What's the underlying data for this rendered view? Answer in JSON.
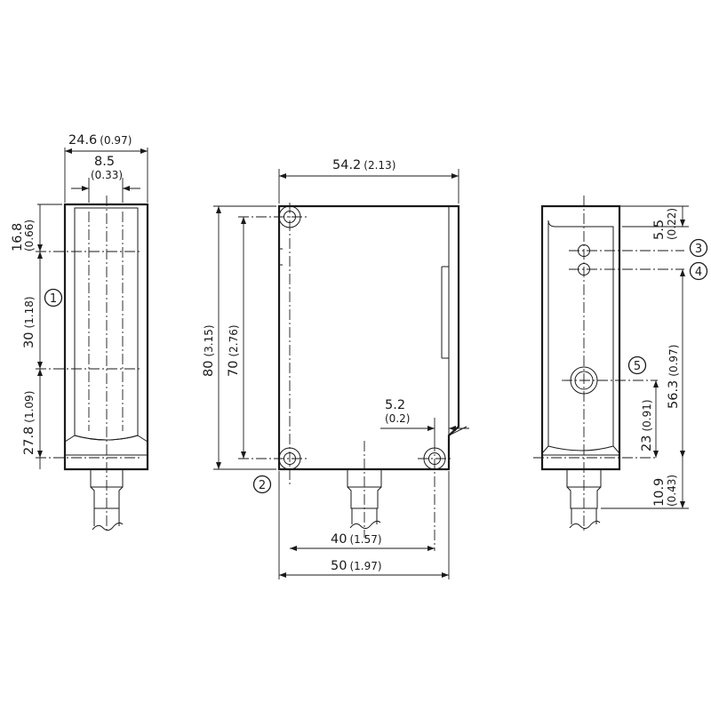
{
  "left_view": {
    "width_overall": {
      "value": "24.6",
      "inch": "(0.97)"
    },
    "width_inner": {
      "value": "8.5",
      "inch": "(0.33)"
    },
    "height_top": {
      "value": "16.8",
      "inch": "(0.66)"
    },
    "height_mid": {
      "value": "30",
      "inch": "(1.18)"
    },
    "height_bottom": {
      "value": "27.8",
      "inch": "(1.09)"
    }
  },
  "front_view": {
    "width_top": {
      "value": "54.2",
      "inch": "(2.13)"
    },
    "height_overall": {
      "value": "80",
      "inch": "(3.15)"
    },
    "height_holes": {
      "value": "70",
      "inch": "(2.76)"
    },
    "offset_small": {
      "value": "5.2",
      "inch": "(0.2)"
    },
    "width_cable": {
      "value": "40",
      "inch": "(1.57)"
    },
    "width_holes": {
      "value": "50",
      "inch": "(1.97)"
    }
  },
  "right_view": {
    "top_offset": {
      "value": "5.5",
      "inch": "(0.22)"
    },
    "height_56": {
      "value": "56.3",
      "inch": "(0.97)"
    },
    "height_23": {
      "value": "23",
      "inch": "(0.91)"
    },
    "height_10": {
      "value": "10.9",
      "inch": "(0.43)"
    }
  },
  "callouts": {
    "c1": "1",
    "c2": "2",
    "c3": "3",
    "c4": "4",
    "c5": "5"
  }
}
